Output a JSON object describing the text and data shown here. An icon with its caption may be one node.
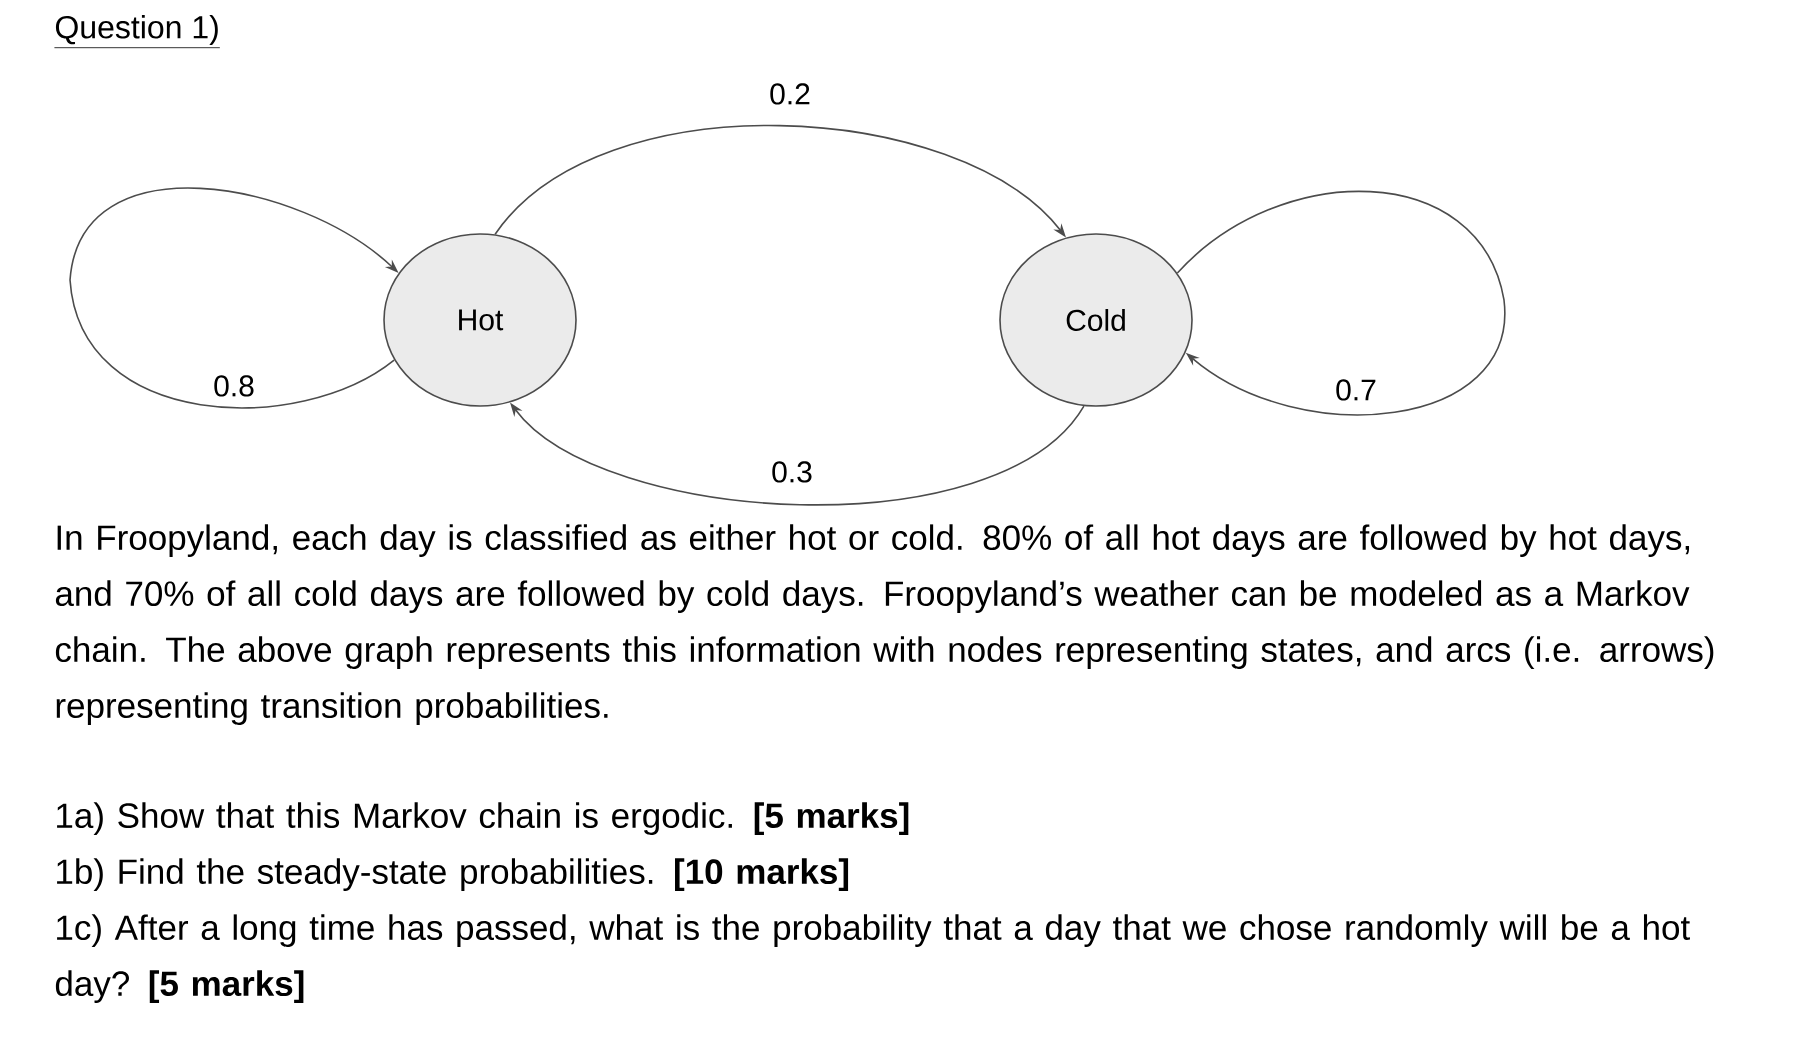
{
  "diagram": {
    "title": "Question 1)",
    "nodes": [
      {
        "text": [
          "Hot"
        ]
      },
      {
        "text": [
          "Cold"
        ]
      }
    ],
    "edges": [
      {
        "from": 0,
        "to": 0,
        "arrow": "to",
        "label": "0.8"
      },
      {
        "from": 0,
        "to": 1,
        "arrow": "to",
        "label": "0.2"
      },
      {
        "from": 1,
        "to": 0,
        "arrow": "to",
        "label": "0.3"
      },
      {
        "from": 1,
        "to": 1,
        "arrow": "to",
        "label": "0.7"
      }
    ],
    "labels": [
      "In Froopyland, each day is classified as either hot or cold. 80% of all hot days are followed by hot days, and 70% of all cold days are followed by cold days. Froopyland’s weather can be modeled as a Markov chain. The above graph represents this information with nodes representing states, and arcs (i.e. arrows) representing transition probabilities.",
      "1a) Show that this Markov chain is ergodic. **[5 marks]**",
      "1b) Find the steady-state probabilities. **[10 marks]**",
      "1c) After a long time has passed, what is the probability that a day that we chose randomly will be a hot day? **[5 marks]**"
    ]
  }
}
